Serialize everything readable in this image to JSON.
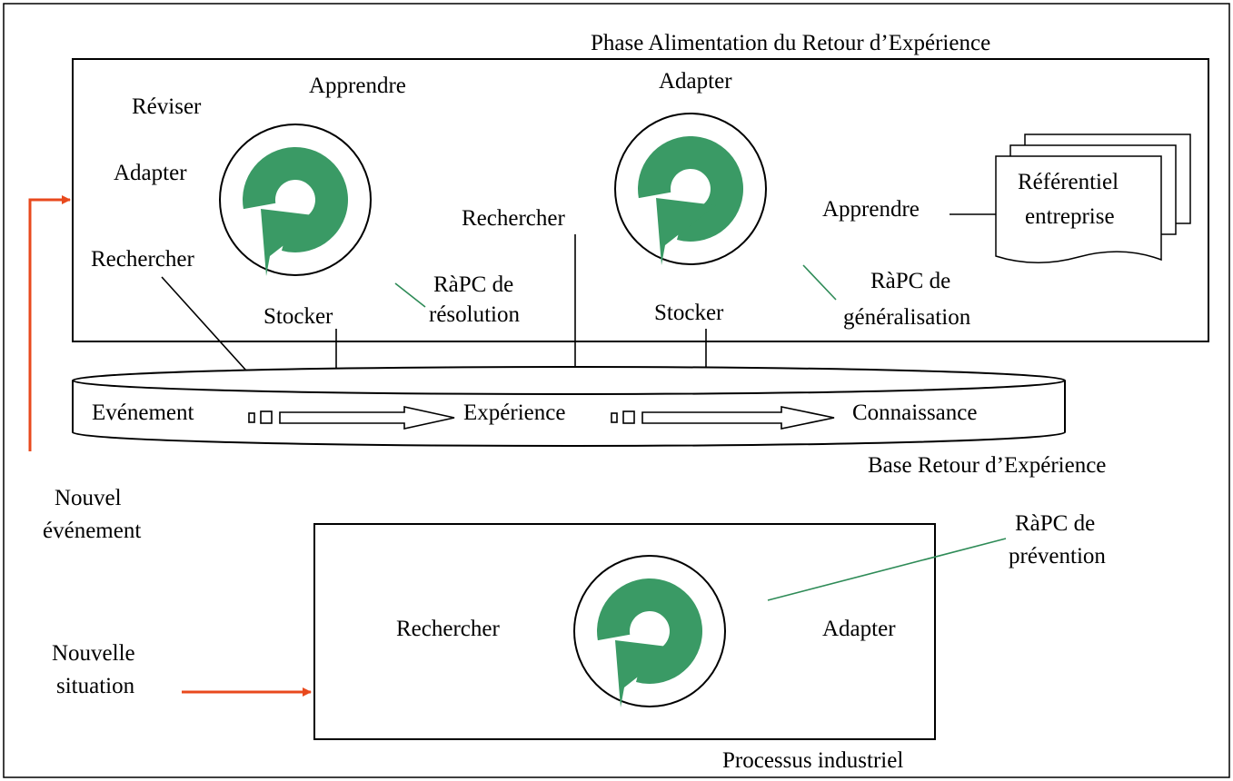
{
  "colors": {
    "cycle_green": "#3a9a65",
    "arrow_red": "#e8491d",
    "leader_green": "#2e8b57"
  },
  "phase": {
    "title": "Phase Alimentation du Retour d’Expérience",
    "cycle1": {
      "apprendre": "Apprendre",
      "reviser": "Réviser",
      "adapter": "Adapter",
      "rechercher": "Rechercher",
      "stocker": "Stocker",
      "label_line1": "RàPC de",
      "label_line2": "résolution"
    },
    "middle_rechercher": "Rechercher",
    "cycle2": {
      "adapter": "Adapter",
      "apprendre": "Apprendre",
      "stocker": "Stocker",
      "label_line1": "RàPC de",
      "label_line2": "généralisation"
    },
    "referentiel_line1": "Référentiel",
    "referentiel_line2": "entreprise"
  },
  "base": {
    "evenement": "Evénement",
    "experience": "Expérience",
    "connaissance": "Connaissance",
    "caption": "Base Retour d’Expérience"
  },
  "left": {
    "nouvel_line1": "Nouvel",
    "nouvel_line2": "événement",
    "situation_line1": "Nouvelle",
    "situation_line2": "situation"
  },
  "process": {
    "rechercher": "Rechercher",
    "adapter": "Adapter",
    "label_line1": "RàPC de",
    "label_line2": "prévention",
    "caption": "Processus industriel"
  }
}
